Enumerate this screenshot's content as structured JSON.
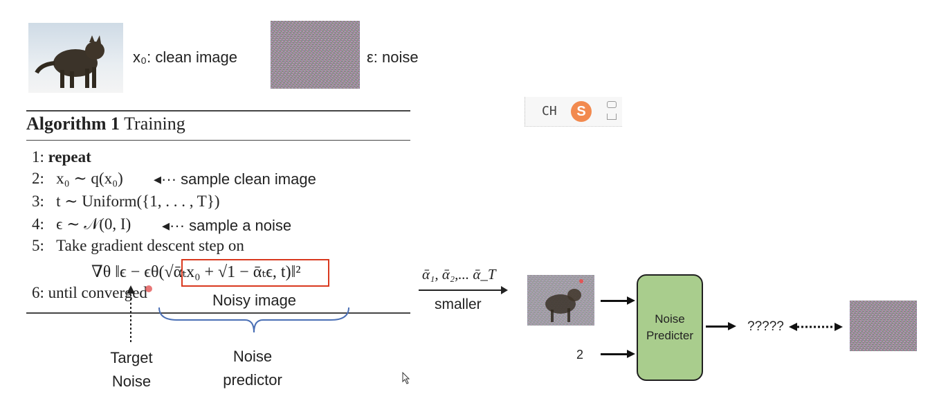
{
  "top": {
    "clean_label": "x₀: clean image",
    "noise_label": "ε: noise"
  },
  "algorithm": {
    "title_bold": "Algorithm 1",
    "title_rest": "Training",
    "lines": [
      {
        "num": "1:",
        "text": "repeat"
      },
      {
        "num": "2:",
        "text": "x₀ ∼ q(x₀)"
      },
      {
        "num": "3:",
        "text": "t ∼ Uniform({1, . . . , T})"
      },
      {
        "num": "4:",
        "text": "ϵ ∼ 𝒩(0, I)"
      },
      {
        "num": "5:",
        "text": "Take gradient descent step on"
      },
      {
        "num": "",
        "text": "∇θ ‖ϵ − ϵθ(√ᾱₜx₀ + √1 − ᾱₜϵ, t)‖²"
      },
      {
        "num": "6:",
        "text": "until converged"
      }
    ],
    "annotations": {
      "sample_clean": "sample clean image",
      "sample_noise": "sample a noise",
      "noisy_image": "Noisy image",
      "target_noise": [
        "Target",
        "Noise"
      ],
      "noise_predictor": [
        "Noise",
        "predictor"
      ]
    }
  },
  "right": {
    "alpha_label": "ᾱ₁, ᾱ₂,... ᾱ_T",
    "smaller_label": "smaller",
    "step_input": "2",
    "predicter_label": [
      "Noise",
      "Predicter"
    ],
    "output_label": "?????"
  },
  "ime_toolbar": {
    "lang": "CH",
    "logo": "S"
  },
  "colors": {
    "highlight_box": "#d9381e",
    "brace": "#4a6fb5",
    "predicter_fill": "#a9cd8d"
  }
}
